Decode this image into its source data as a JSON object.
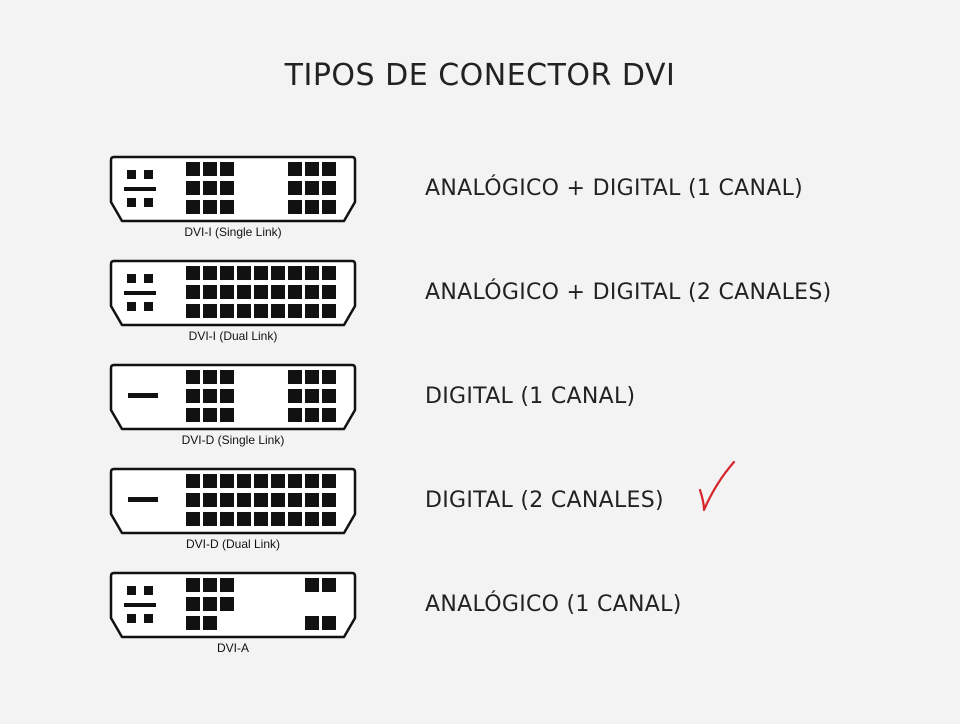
{
  "title": "TIPOS DE CONECTOR DVI",
  "connectors": [
    {
      "caption": "DVI-I (Single Link)",
      "description": "ANALÓGICO + DIGITAL (1 CANAL)"
    },
    {
      "caption": "DVI-I (Dual Link)",
      "description": "ANALÓGICO + DIGITAL (2 CANALES)"
    },
    {
      "caption": "DVI-D (Single Link)",
      "description": "DIGITAL (1 CANAL)"
    },
    {
      "caption": "DVI-D (Dual Link)",
      "description": "DIGITAL (2 CANALES)"
    },
    {
      "caption": "DVI-A",
      "description": "ANALÓGICO (1 CANAL)"
    }
  ],
  "checkmark": {
    "color": "#d6262c",
    "icon": "checkmark-icon"
  }
}
